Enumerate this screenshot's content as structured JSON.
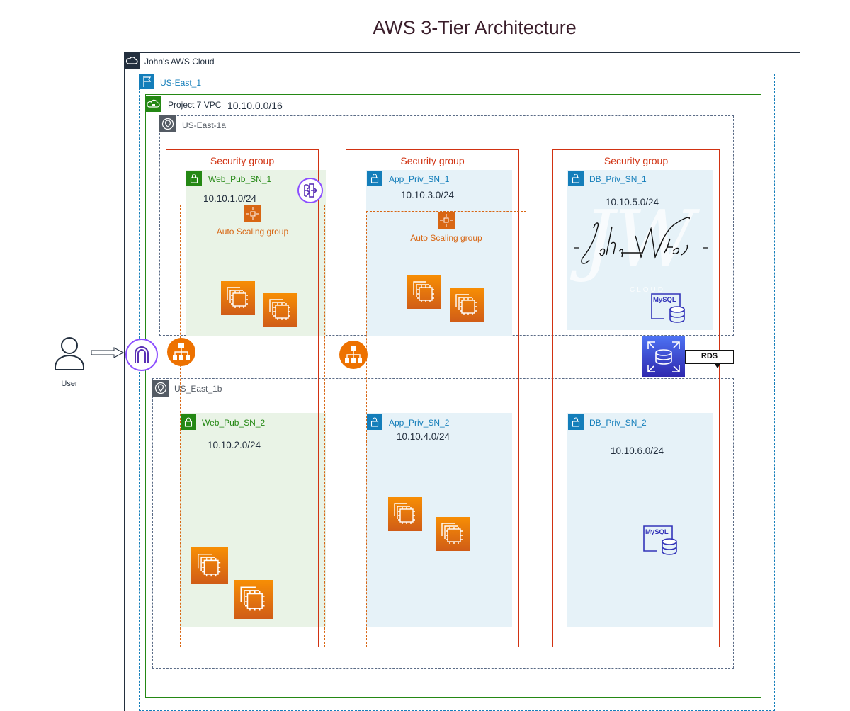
{
  "title": "AWS 3-Tier Architecture",
  "cloud": {
    "label": "John's AWS Cloud"
  },
  "region": {
    "label": "US-East_1"
  },
  "vpc": {
    "label": "Project 7 VPC",
    "cidr": "10.10.0.0/16"
  },
  "azs": [
    {
      "label": "US-East-1a"
    },
    {
      "label": "US_East_1b"
    }
  ],
  "security_group_label": "Security group",
  "auto_scaling_label": "Auto Scaling group",
  "subnets": {
    "web1": {
      "name": "Web_Pub_SN_1",
      "cidr": "10.10.1.0/24"
    },
    "web2": {
      "name": "Web_Pub_SN_2",
      "cidr": "10.10.2.0/24"
    },
    "app1": {
      "name": "App_Priv_SN_1",
      "cidr": "10.10.3.0/24"
    },
    "app2": {
      "name": "App_Priv_SN_2",
      "cidr": "10.10.4.0/24"
    },
    "db1": {
      "name": "DB_Priv_SN_1",
      "cidr": "10.10.5.0/24"
    },
    "db2": {
      "name": "DB_Priv_SN_2",
      "cidr": "10.10.6.0/24"
    }
  },
  "user": {
    "label": "User"
  },
  "rds": {
    "label": "RDS"
  },
  "mysql_label": "MySQL",
  "watermark": {
    "signature": "John White",
    "monogram": "JW",
    "sub": "CLOUD"
  },
  "colors": {
    "title": "#3b1e2b",
    "web_subnet": "#248814",
    "app_subnet": "#147eba",
    "security_group": "#d13212",
    "auto_scaling": "#d86613",
    "vpc": "#248814",
    "rds": "#3334b9"
  },
  "icons": [
    "cloud-icon",
    "flag-icon",
    "vpc-cloud-lock-icon",
    "az-location-icon",
    "lock-icon",
    "nat-gateway-icon",
    "ec2-instance-icon",
    "load-balancer-icon",
    "auto-scaling-icon",
    "mysql-icon",
    "rds-icon",
    "internet-gateway-icon",
    "user-icon"
  ]
}
